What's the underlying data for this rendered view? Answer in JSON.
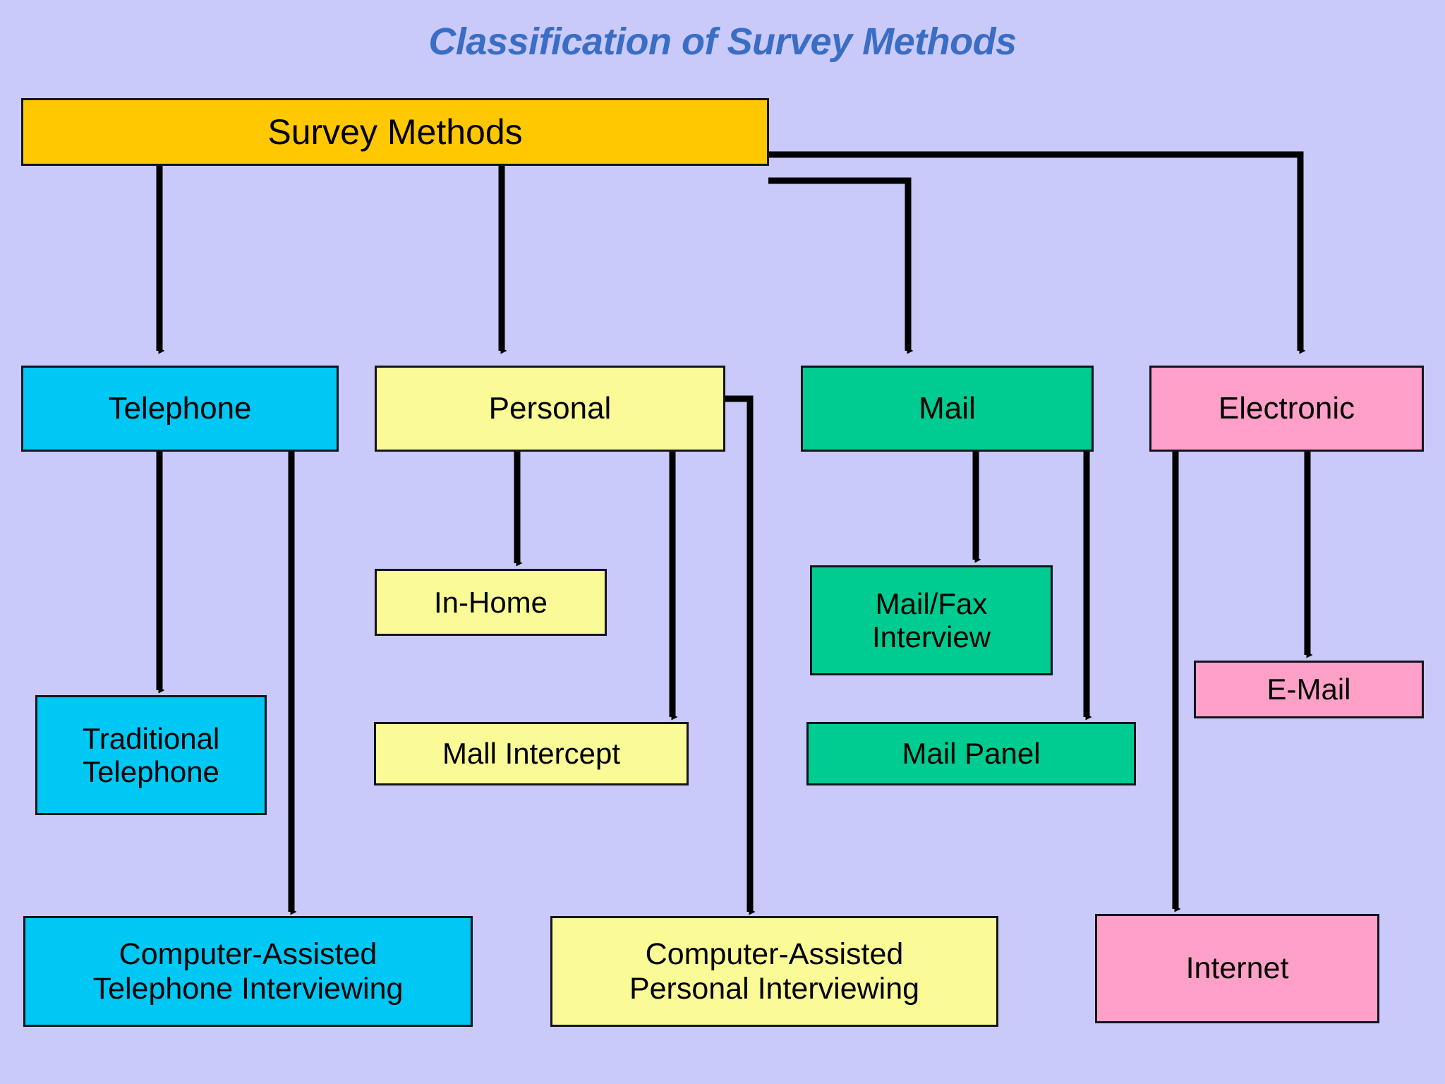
{
  "page": {
    "title": "Classification of Survey Methods",
    "background_color": "#c9c9fa",
    "title_color": "#3a6dc4",
    "line_color": "#000000"
  },
  "palette": {
    "root": "#ffc800",
    "telephone": "#00c8f5",
    "personal": "#fafa96",
    "mail": "#00cc91",
    "electronic": "#ffa0c8",
    "border": "#14141e"
  },
  "diagram": {
    "type": "tree",
    "root": {
      "id": "survey-methods",
      "label": "Survey Methods",
      "color_key": "root"
    },
    "branches": [
      {
        "id": "telephone",
        "label": "Telephone",
        "color_key": "telephone",
        "children": [
          {
            "id": "traditional-telephone",
            "label": "Traditional Telephone",
            "lines": [
              "Traditional",
              "Telephone"
            ]
          },
          {
            "id": "cati",
            "label": "Computer-Assisted Telephone Interviewing",
            "lines": [
              "Computer-Assisted",
              "Telephone Interviewing"
            ]
          }
        ]
      },
      {
        "id": "personal",
        "label": "Personal",
        "color_key": "personal",
        "children": [
          {
            "id": "in-home",
            "label": "In-Home",
            "lines": [
              "In-Home"
            ]
          },
          {
            "id": "mall-intercept",
            "label": "Mall Intercept",
            "lines": [
              "Mall Intercept"
            ]
          },
          {
            "id": "capi",
            "label": "Computer-Assisted Personal Interviewing",
            "lines": [
              "Computer-Assisted",
              "Personal Interviewing"
            ]
          }
        ]
      },
      {
        "id": "mail",
        "label": "Mail",
        "color_key": "mail",
        "children": [
          {
            "id": "mail-fax-interview",
            "label": "Mail/Fax Interview",
            "lines": [
              "Mail/Fax",
              "Interview"
            ]
          },
          {
            "id": "mail-panel",
            "label": "Mail Panel",
            "lines": [
              "Mail Panel"
            ]
          }
        ]
      },
      {
        "id": "electronic",
        "label": "Electronic",
        "color_key": "electronic",
        "children": [
          {
            "id": "e-mail",
            "label": "E-Mail",
            "lines": [
              "E-Mail"
            ]
          },
          {
            "id": "internet",
            "label": "Internet",
            "lines": [
              "Internet"
            ]
          }
        ]
      }
    ]
  },
  "nodes": {
    "survey_methods": {
      "line1": "Survey Methods"
    },
    "telephone": {
      "line1": "Telephone"
    },
    "personal": {
      "line1": "Personal"
    },
    "mail": {
      "line1": "Mail"
    },
    "electronic": {
      "line1": "Electronic"
    },
    "traditional_telephone": {
      "line1": "Traditional",
      "line2": "Telephone"
    },
    "cati": {
      "line1": "Computer-Assisted",
      "line2": "Telephone Interviewing"
    },
    "in_home": {
      "line1": "In-Home"
    },
    "mall_intercept": {
      "line1": "Mall Intercept"
    },
    "capi": {
      "line1": "Computer-Assisted",
      "line2": "Personal Interviewing"
    },
    "mail_fax_interview": {
      "line1": "Mail/Fax",
      "line2": "Interview"
    },
    "mail_panel": {
      "line1": "Mail Panel"
    },
    "e_mail": {
      "line1": "E-Mail"
    },
    "internet": {
      "line1": "Internet"
    }
  }
}
